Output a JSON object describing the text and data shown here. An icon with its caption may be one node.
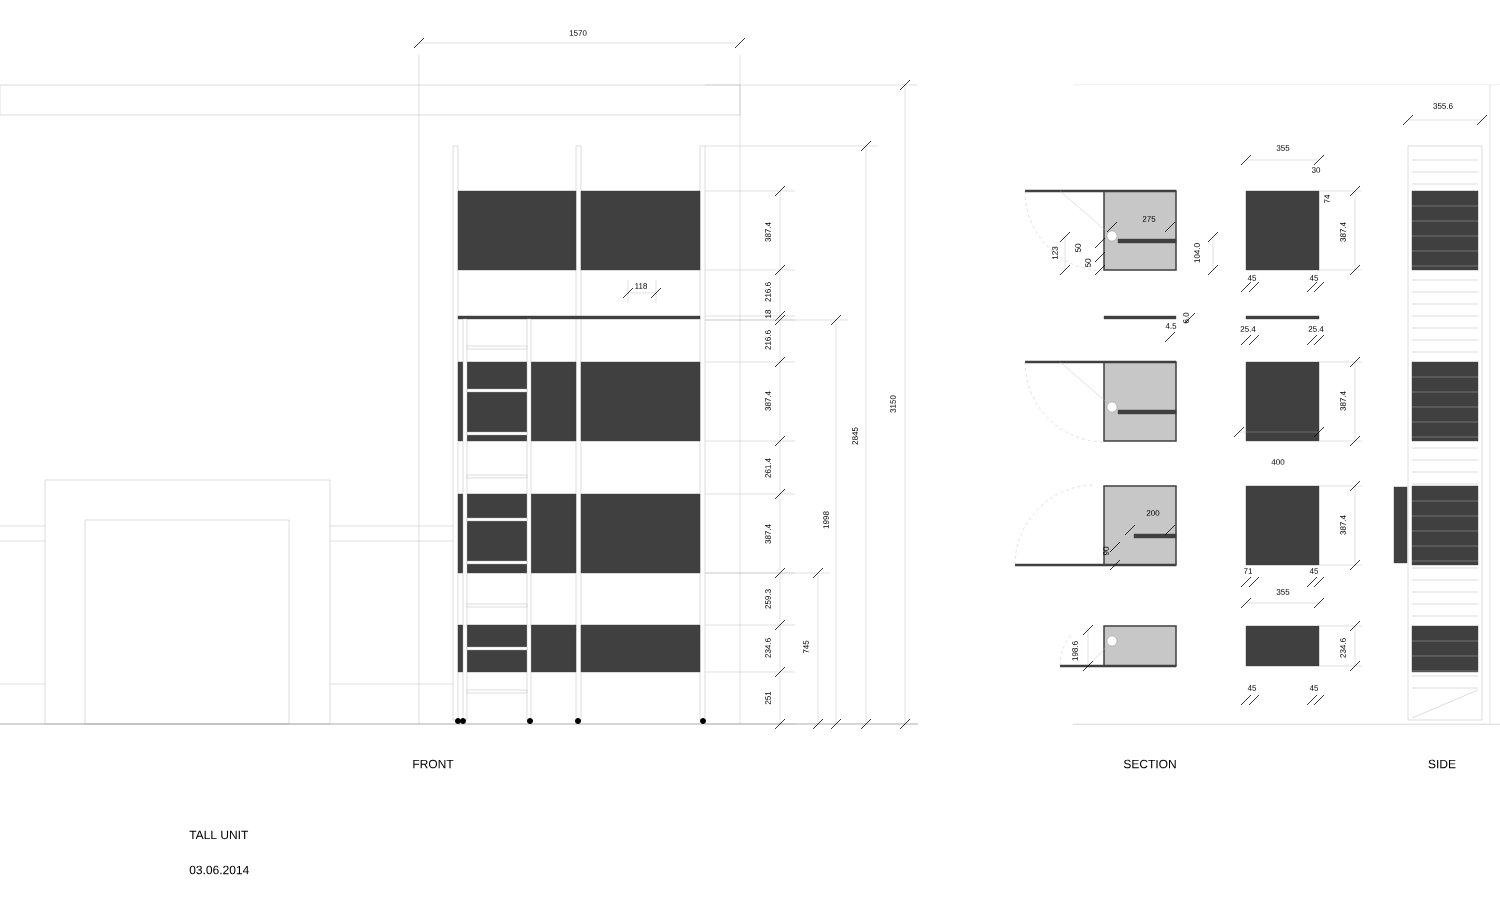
{
  "diagram": {
    "labels": [
      "1570",
      "118",
      "387.4",
      "216.6",
      "18",
      "216.6",
      "387.4",
      "261.4",
      "387.4",
      "259.3",
      "234.6",
      "251",
      "745",
      "1998",
      "2845",
      "3150",
      "275",
      "123",
      "50",
      "50",
      "104.0",
      "6.0",
      "4.5",
      "200",
      "90",
      "198.6",
      "355",
      "30",
      "74",
      "387.4",
      "45",
      "45",
      "25.4",
      "25.4",
      "387.4",
      "400",
      "387.4",
      "71",
      "45",
      "355",
      "234.6",
      "45",
      "45",
      "355.6",
      "FRONT",
      "SECTION",
      "SIDE",
      "TALL UNIT",
      "03.06.2014"
    ]
  }
}
